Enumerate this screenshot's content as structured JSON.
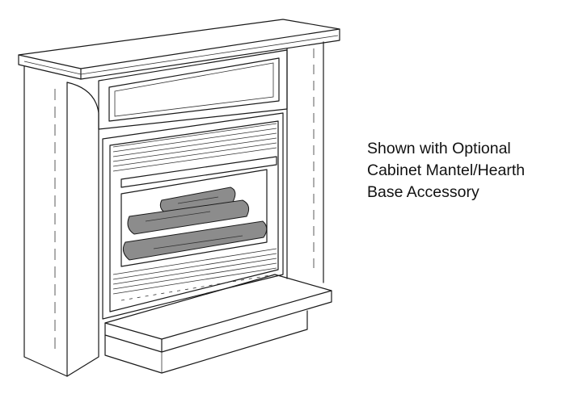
{
  "figure": {
    "caption_lines": [
      "Shown with Optional",
      "Cabinet Mantel/Hearth",
      "Base Accessory"
    ],
    "colors": {
      "line": "#1a1a1a",
      "screen_shade": "#e4e4e4",
      "log_shade": "#8c8c8c",
      "background": "#ffffff"
    }
  }
}
